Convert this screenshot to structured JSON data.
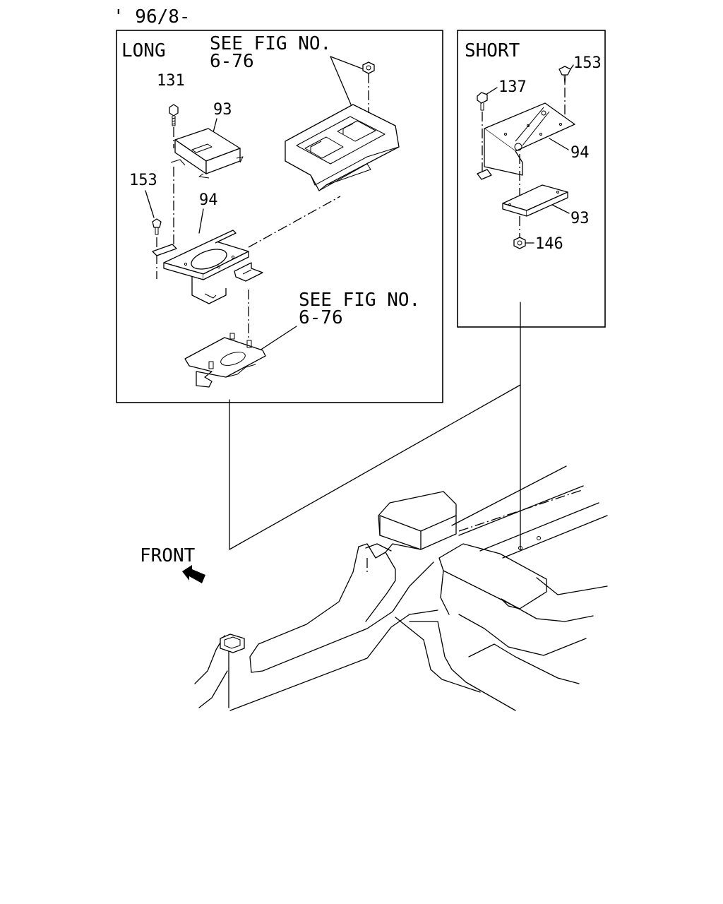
{
  "header": {
    "date_code": "' 96/8-"
  },
  "long_panel": {
    "title": "LONG",
    "see_fig_top": {
      "line1": "SEE FIG NO.",
      "line2": "6-76"
    },
    "see_fig_bottom": {
      "line1": "SEE FIG NO.",
      "line2": "6-76"
    },
    "callouts": {
      "bolt": "131",
      "controller": "93",
      "screw": "153",
      "bracket": "94"
    }
  },
  "short_panel": {
    "title": "SHORT",
    "callouts": {
      "screw": "153",
      "bolt": "137",
      "bracket": "94",
      "controller": "93",
      "nut": "146"
    }
  },
  "orientation": {
    "label": "FRONT",
    "arrow_icon": "front-arrow-icon"
  }
}
